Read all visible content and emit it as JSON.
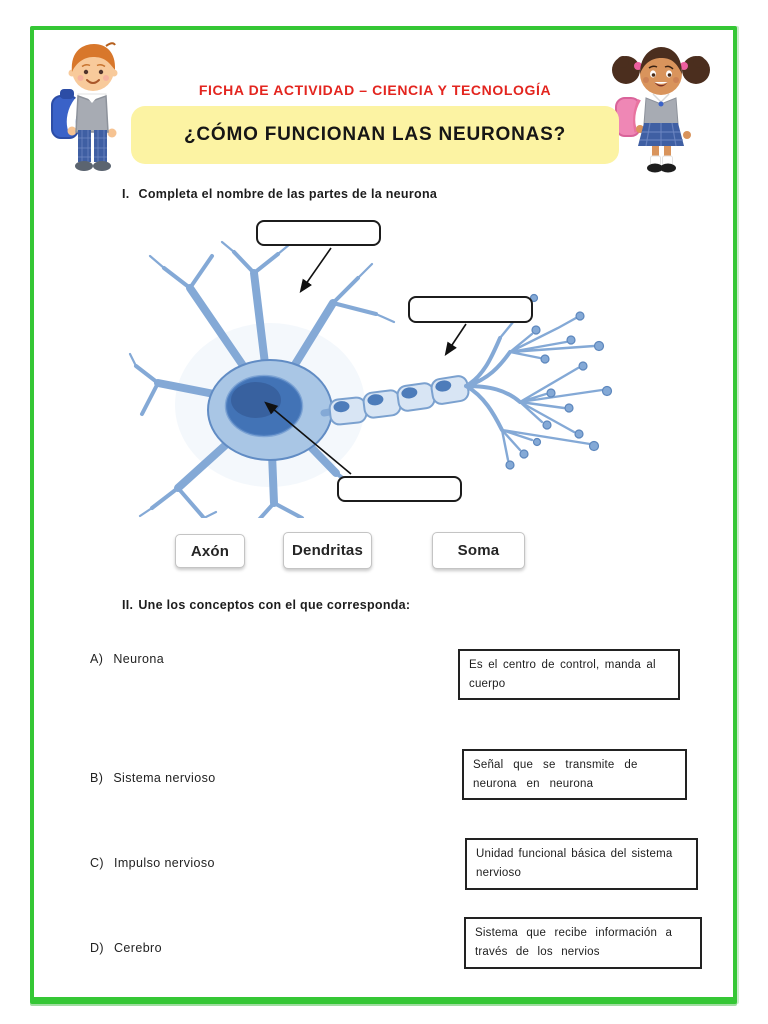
{
  "worksheet": {
    "subject_line": "FICHA DE ACTIVIDAD – CIENCIA Y TECNOLOGÍA",
    "title": "¿CÓMO FUNCIONAN LAS NEURONAS?"
  },
  "section1": {
    "numeral": "I.",
    "heading": "Completa el nombre de las partes de la neurona",
    "word_bank": [
      "Axón",
      "Dendritas",
      "Soma"
    ],
    "answer_boxes_count": 3
  },
  "section2": {
    "numeral": "II.",
    "heading": "Une los conceptos con el que corresponda:",
    "terms": [
      {
        "letter": "A)",
        "text": "Neurona"
      },
      {
        "letter": "B)",
        "text": "Sistema nervioso"
      },
      {
        "letter": "C)",
        "text": "Impulso nervioso"
      },
      {
        "letter": "D)",
        "text": "Cerebro"
      }
    ],
    "definitions": [
      "Es el centro de control, manda al cuerpo",
      "Señal que se transmite de neurona en neurona",
      "Unidad funcional básica del sistema nervioso",
      "Sistema que recibe información a través de los nervios"
    ]
  },
  "illustrations": {
    "boy": "boy-student-with-backpack",
    "girl": "girl-student-with-backpack",
    "diagram": "neuron-with-three-blank-label-boxes"
  },
  "colors": {
    "frame_green": "#35c735",
    "title_red": "#e3251f",
    "banner_yellow": "#fcf3a3",
    "neuron_blue": "#84a9d6"
  }
}
